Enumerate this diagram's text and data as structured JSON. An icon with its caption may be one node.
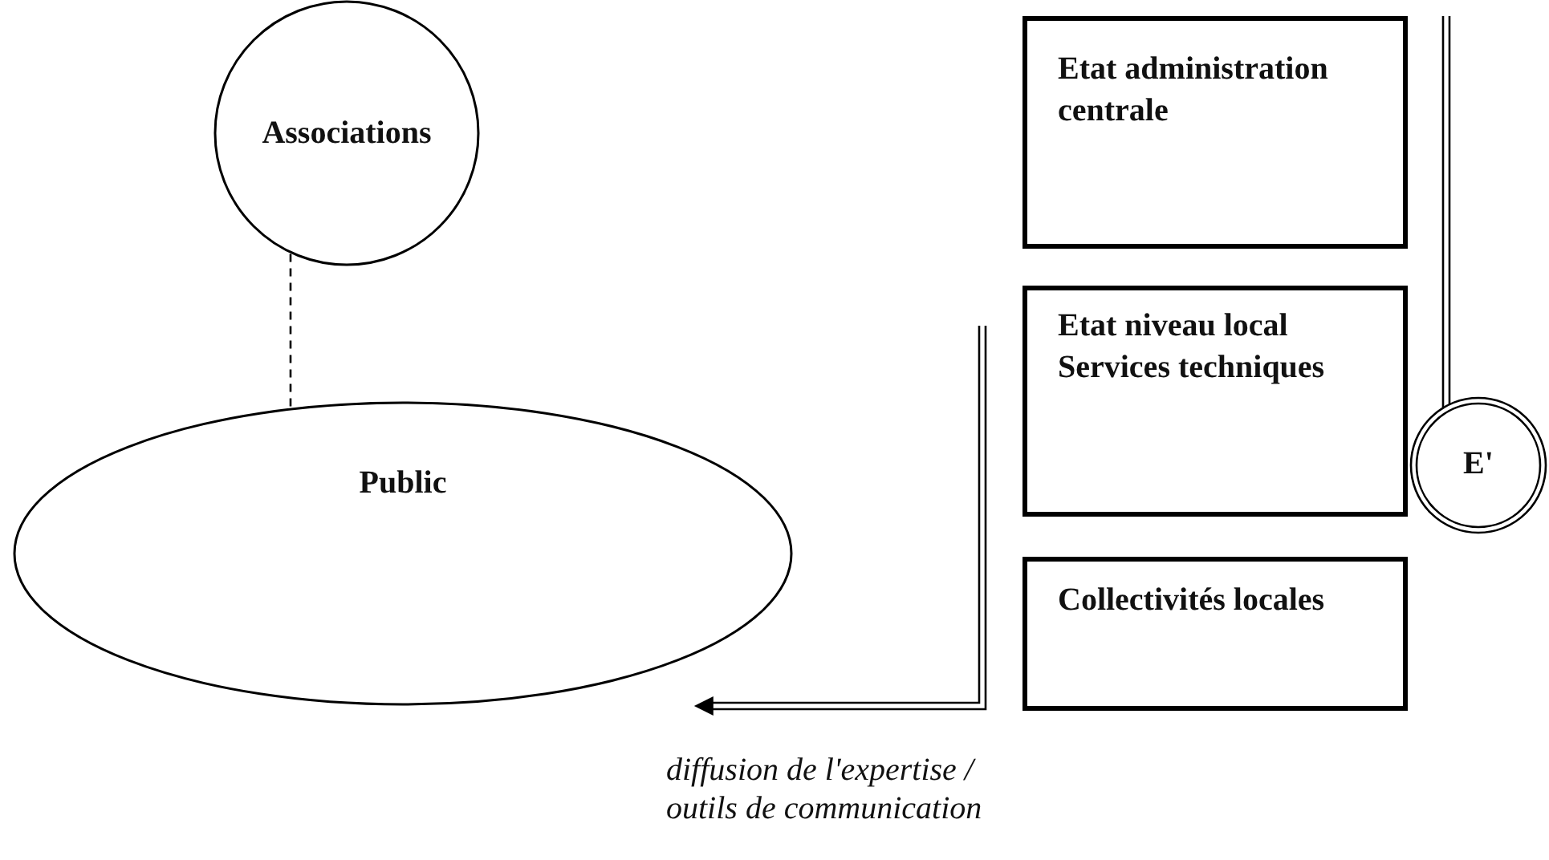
{
  "diagram": {
    "nodes": [
      {
        "text": [
          "Associations"
        ]
      },
      {
        "text": [
          "Public"
        ]
      },
      {
        "text": [
          "Etat administration centrale"
        ]
      },
      {
        "text": [
          "Etat niveau local Services techniques"
        ]
      },
      {
        "text": [
          "Collectivités locales"
        ]
      },
      {
        "text": [
          "E'"
        ]
      }
    ],
    "edges": [
      {
        "from": 0,
        "to": 1,
        "arrow": "none",
        "style": "dashed"
      },
      {
        "from": null,
        "to": 1,
        "arrow": "to",
        "label": "diffusion de l'expertise / outils de communication"
      },
      {
        "from": 5,
        "to": null,
        "arrow": "none"
      }
    ]
  }
}
